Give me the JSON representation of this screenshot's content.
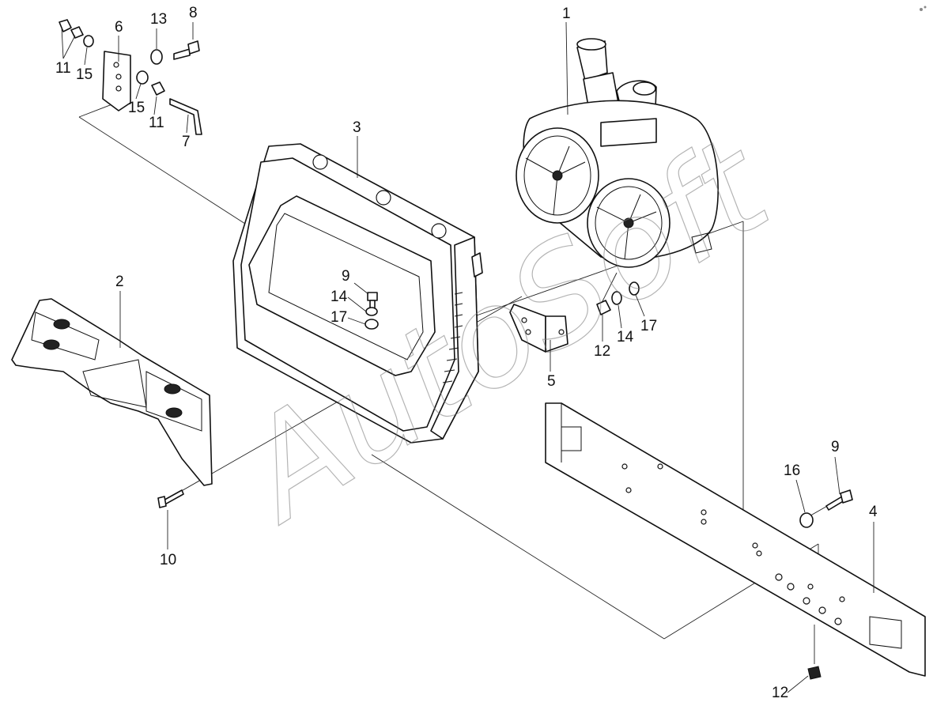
{
  "diagram": {
    "parts": {
      "air_cleaner": "1",
      "grille": "2",
      "radiator_frame": "3",
      "frame_rail": "4",
      "bracket": "5",
      "mount_plate": "6",
      "stud": "7",
      "bolt_8": "8",
      "bolt_9_top": "9",
      "bolt_9_right": "9",
      "screw": "10",
      "nut_11_a": "11",
      "nut_11_b": "11",
      "nut_12_a": "12",
      "nut_12_b": "12",
      "washer_13": "13",
      "washer_14_a": "14",
      "washer_14_b": "14",
      "washer_15_a": "15",
      "washer_15_b": "15",
      "washer_16": "16",
      "washer_17_a": "17",
      "washer_17_b": "17"
    },
    "watermark": "AutoSoft"
  }
}
